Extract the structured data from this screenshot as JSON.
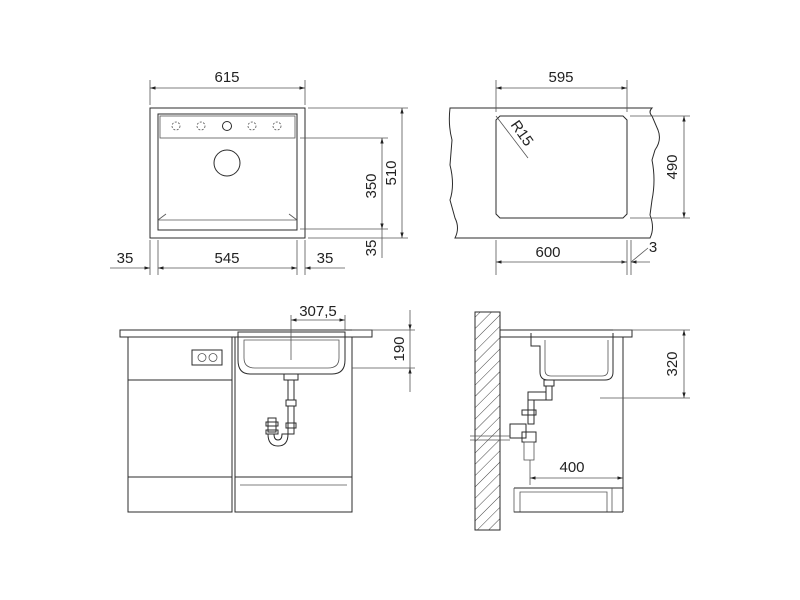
{
  "top_left_view": {
    "overall_width": "615",
    "depth_total": "510",
    "depth_front": "350",
    "depth_back": "35",
    "bottom_left": "35",
    "bottom_mid": "545",
    "bottom_right": "35"
  },
  "top_right_view": {
    "cutout_width": "595",
    "cutout_depth": "490",
    "corner_radius": "R15",
    "cabinet_width": "600",
    "offset": "3"
  },
  "front_view": {
    "drain_offset": "307,5",
    "bowl_depth": "190"
  },
  "side_view": {
    "installation_height": "320",
    "wall_distance": "400"
  }
}
